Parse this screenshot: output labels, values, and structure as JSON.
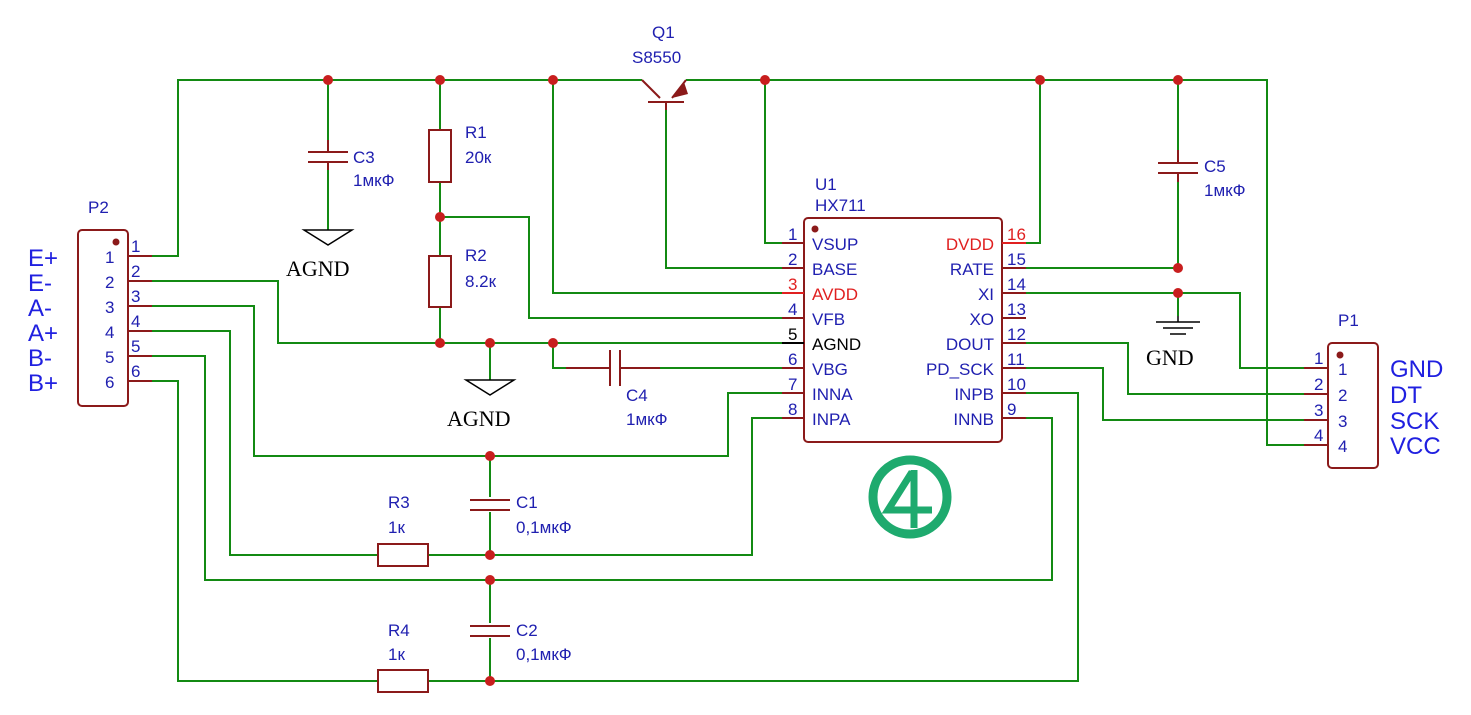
{
  "colors": {
    "wire": "#138a13",
    "component": "#8b1a1a",
    "label": "#2020b0",
    "power_pin": "#e02020",
    "junction": "#c81e1e",
    "logo": "#1eaa6e"
  },
  "q1": {
    "ref": "Q1",
    "value": "S8550"
  },
  "u1": {
    "ref": "U1",
    "value": "HX711",
    "left_pins": [
      {
        "num": "1",
        "name": "VSUP",
        "color": "blue"
      },
      {
        "num": "2",
        "name": "BASE",
        "color": "blue"
      },
      {
        "num": "3",
        "name": "AVDD",
        "color": "red"
      },
      {
        "num": "4",
        "name": "VFB",
        "color": "blue"
      },
      {
        "num": "5",
        "name": "AGND",
        "color": "black"
      },
      {
        "num": "6",
        "name": "VBG",
        "color": "blue"
      },
      {
        "num": "7",
        "name": "INNA",
        "color": "blue"
      },
      {
        "num": "8",
        "name": "INPA",
        "color": "blue"
      }
    ],
    "right_pins": [
      {
        "num": "16",
        "name": "DVDD",
        "color": "red"
      },
      {
        "num": "15",
        "name": "RATE",
        "color": "blue"
      },
      {
        "num": "14",
        "name": "XI",
        "color": "blue"
      },
      {
        "num": "13",
        "name": "XO",
        "color": "blue"
      },
      {
        "num": "12",
        "name": "DOUT",
        "color": "blue"
      },
      {
        "num": "11",
        "name": "PD_SCK",
        "color": "blue"
      },
      {
        "num": "10",
        "name": "INPB",
        "color": "blue"
      },
      {
        "num": "9",
        "name": "INNB",
        "color": "blue"
      }
    ]
  },
  "r1": {
    "ref": "R1",
    "value": "20к"
  },
  "r2": {
    "ref": "R2",
    "value": "8.2к"
  },
  "r3": {
    "ref": "R3",
    "value": "1к"
  },
  "r4": {
    "ref": "R4",
    "value": "1к"
  },
  "c1": {
    "ref": "C1",
    "value": "0,1мкФ"
  },
  "c2": {
    "ref": "C2",
    "value": "0,1мкФ"
  },
  "c3": {
    "ref": "C3",
    "value": "1мкФ"
  },
  "c4": {
    "ref": "C4",
    "value": "1мкФ"
  },
  "c5": {
    "ref": "C5",
    "value": "1мкФ"
  },
  "p2": {
    "ref": "P2",
    "pins": [
      "1",
      "2",
      "3",
      "4",
      "5",
      "6"
    ],
    "signals": [
      "E+",
      "E-",
      "A-",
      "A+",
      "B-",
      "B+"
    ]
  },
  "p1": {
    "ref": "P1",
    "pins": [
      "1",
      "2",
      "3",
      "4"
    ],
    "signals": [
      "GND",
      "DT",
      "SCK",
      "VCC"
    ]
  },
  "nets": {
    "agnd_c3": "AGND",
    "agnd_r2": "AGND",
    "gnd": "GND"
  }
}
